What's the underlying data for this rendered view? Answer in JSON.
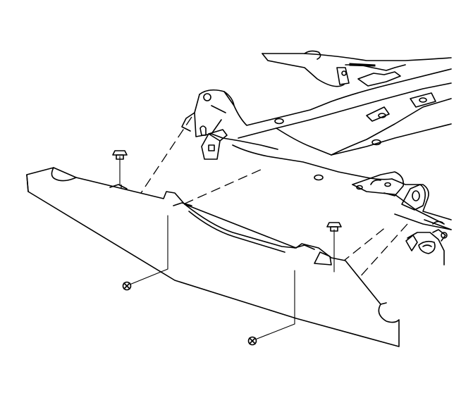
{
  "figure": {
    "type": "line-art exploded installation diagram",
    "colors": {
      "ink": "#000000",
      "paper": "#ffffff"
    },
    "parts": [
      {
        "id": "frame-crossmember",
        "icon": "vehicle-frame-icon"
      },
      {
        "id": "skid-shield",
        "icon": "shield-plate-icon"
      },
      {
        "id": "bolt-left",
        "icon": "bolt-icon"
      },
      {
        "id": "bolt-right",
        "icon": "bolt-icon"
      },
      {
        "id": "screw-lower-left",
        "icon": "screw-icon"
      },
      {
        "id": "screw-lower-right",
        "icon": "screw-icon"
      }
    ]
  }
}
